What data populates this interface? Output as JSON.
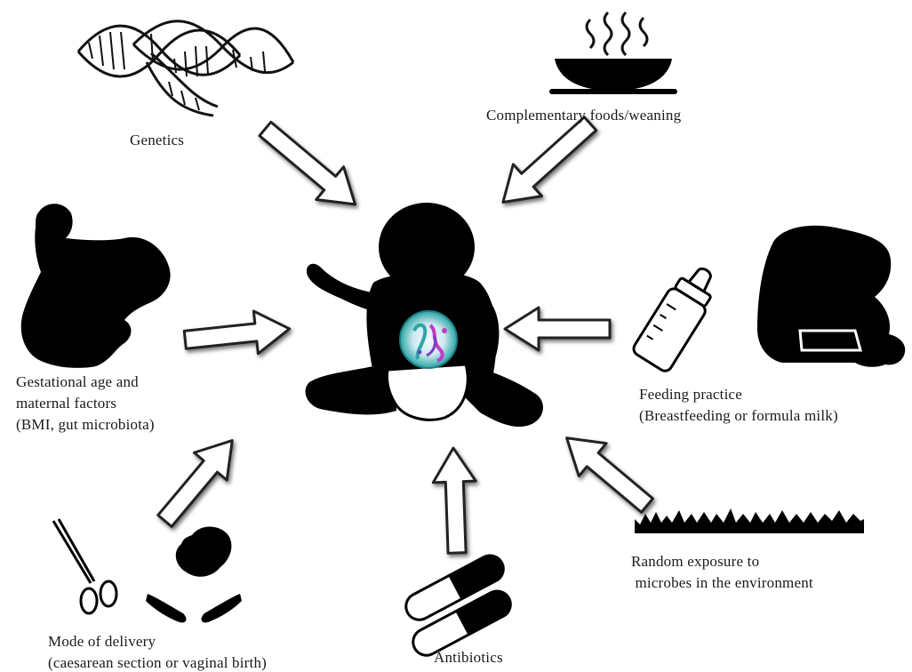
{
  "diagram": {
    "center": {
      "icon": "infant-silhouette-icon",
      "overlay": "gut-microbiota-icon"
    },
    "factors": {
      "genetics": {
        "icon": "dna-icon",
        "label_lines": [
          "Genetics"
        ]
      },
      "complementary_foods": {
        "icon": "steaming-bowl-icon",
        "label_lines": [
          "Complementary foods/weaning"
        ]
      },
      "gestational": {
        "icon": "pregnant-woman-icon",
        "label_lines": [
          "Gestational age and",
          "maternal factors",
          "(BMI, gut microbiota)"
        ]
      },
      "feeding": {
        "icons": [
          "baby-bottle-icon",
          "breastfeeding-icon"
        ],
        "label_lines": [
          "Feeding practice",
          "(Breastfeeding or formula milk)"
        ]
      },
      "delivery": {
        "icons": [
          "scissors-icon",
          "fetus-in-hands-icon"
        ],
        "label_lines": [
          "Mode of delivery",
          "(caesarean section or vaginal birth)"
        ]
      },
      "antibiotics": {
        "icon": "capsules-icon",
        "label_lines": [
          "Antibiotics"
        ]
      },
      "environment": {
        "icon": "grass-icon",
        "label_lines": [
          "Random exposure to",
          " microbes in the environment"
        ]
      }
    },
    "colors": {
      "silhouette": "#000000",
      "arrow_fill": "#ffffff",
      "arrow_stroke": "#222222",
      "microbe_teal": "#2aa6a6",
      "microbe_magenta": "#c03cc8"
    }
  }
}
